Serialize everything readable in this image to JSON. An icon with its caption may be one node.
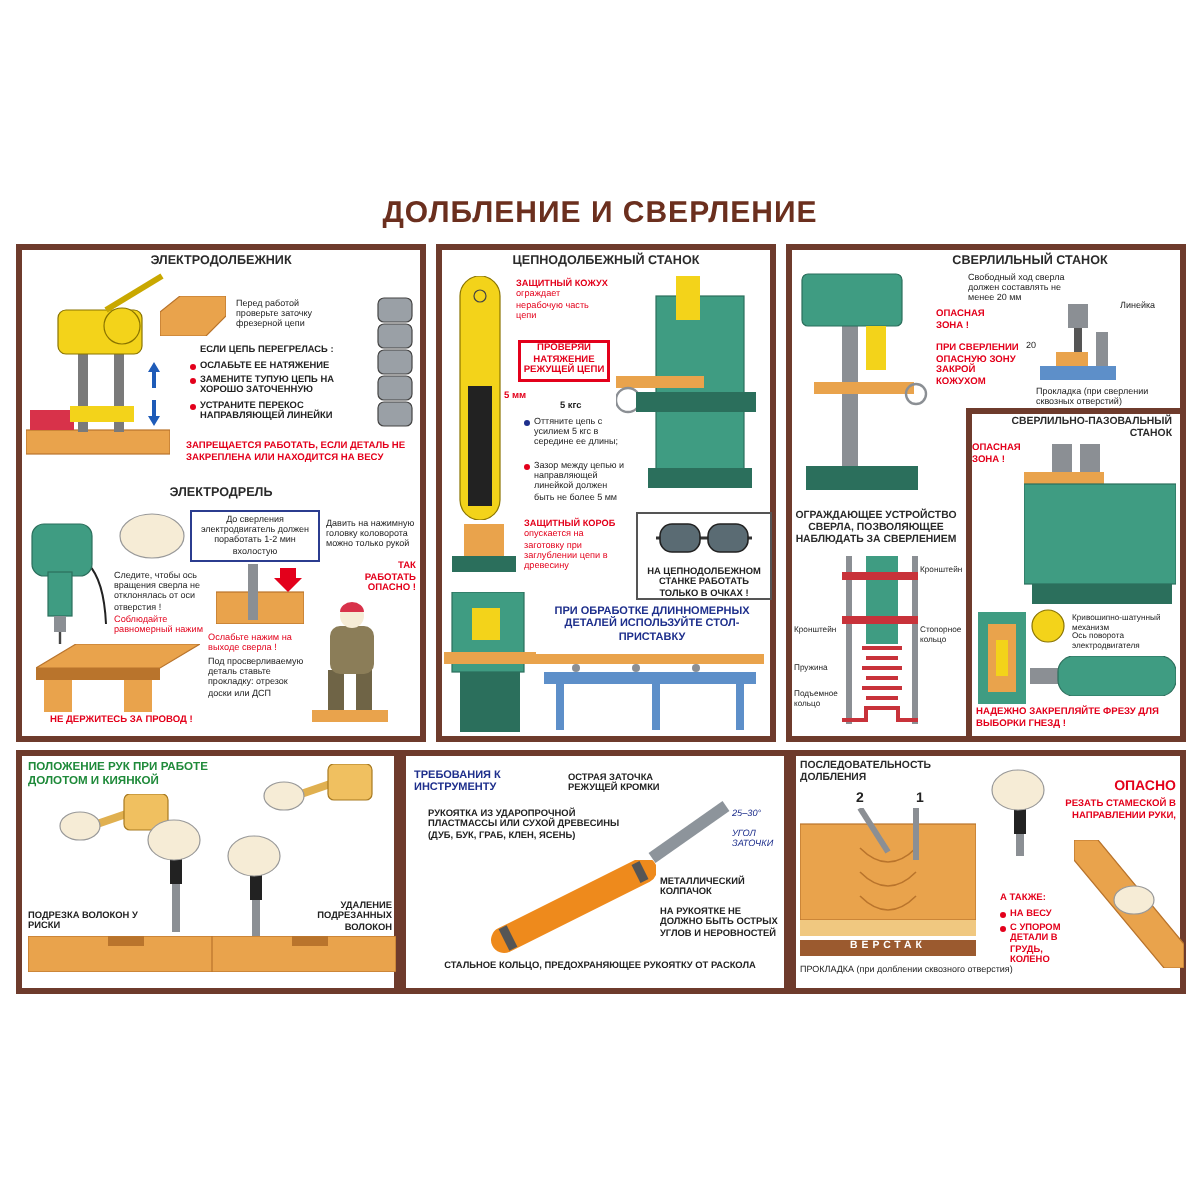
{
  "diagram": {
    "title": "ДОЛБЛЕНИЕ И СВЕРЛЕНИЕ",
    "nodes": [
      {
        "text": [
          "ЭЛЕКТРОДОЛБЕЖНИК",
          "Перед работой проверьте заточку фрезерной цепи",
          "ЕСЛИ ЦЕПЬ ПЕРЕГРЕЛАСЬ :",
          "ОСЛАБЬТЕ ЕЕ НАТЯЖЕНИЕ",
          "ЗАМЕНИТЕ ТУПУЮ ЦЕПЬ НА ХОРОШО ЗАТОЧЕННУЮ",
          "УСТРАНИТЕ ПЕРЕКОС НАПРАВЛЯЮЩЕЙ ЛИНЕЙКИ",
          "ЗАПРЕЩАЕТСЯ РАБОТАТЬ, ЕСЛИ ДЕТАЛЬ НЕ ЗАКРЕПЛЕНА ИЛИ НАХОДИТСЯ НА ВЕСУ",
          "ЭЛЕКТРОДРЕЛЬ",
          "Давить на нажимную головку коловорота можно только рукой",
          "Следите, чтобы ось вращения сверла не отклонялась от оси отверстия !",
          "Соблюдайте равномерный нажим",
          "Ослабьте нажим на выходе сверла !",
          "Под просверливаемую деталь ставьте прокладку: отрезок доски или ДСП",
          "ТАК РАБОТАТЬ ОПАСНО !",
          "НЕ ДЕРЖИТЕСЬ ЗА ПРОВОД !"
        ]
      },
      {
        "text": [
          "До сверления электродвигатель должен поработать 1-2 мин вхолостую"
        ],
        "in": 0
      },
      {
        "text": [
          "ЦЕПНОДОЛБЕЖНЫЙ СТАНОК",
          "**ЗАЩИТНЫЙ КОЖУХ** ограждает нерабочую часть цепи",
          "5 мм",
          "5 кгс",
          "Оттяните цепь с усилием 5 кгс в середине ее длины;",
          "Зазор между цепью и направляющей линейкой должен быть не более 5 мм",
          "**ЗАЩИТНЫЙ КОРОБ** опускается на заготовку при заглублении цепи в древесину",
          "ПРИ ОБРАБОТКЕ ДЛИННОМЕРНЫХ ДЕТАЛЕЙ ИСПОЛЬЗУЙТЕ СТОЛ-ПРИСТАВКУ"
        ]
      },
      {
        "text": [
          "ПРОВЕРЯЙ НАТЯЖЕНИЕ РЕЖУЩЕЙ ЦЕПИ"
        ],
        "in": 2
      },
      {
        "text": [
          "НА ЦЕПНОДОЛБЕЖНОМ СТАНКЕ РАБОТАТЬ ТОЛЬКО В ОЧКАХ !"
        ],
        "in": 2
      },
      {
        "text": [
          "СВЕРЛИЛЬНЫЙ СТАНОК",
          "Свободный ход сверла должен составлять не менее 20 мм",
          "ОПАСНАЯ ЗОНА !",
          "Линейка",
          "20",
          "ПРИ СВЕРЛЕНИИ ОПАСНУЮ ЗОНУ ЗАКРОЙ КОЖУХОМ",
          "Прокладка (при сверлении сквозных отверстий)",
          "ОГРАЖДАЮЩЕЕ УСТРОЙСТВО СВЕРЛА, ПОЗВОЛЯЮЩЕЕ НАБЛЮДАТЬ ЗА СВЕРЛЕНИЕМ",
          "Кронштейн",
          "Кронштейн",
          "Стопорное кольцо",
          "Пружина",
          "Подъемное кольцо"
        ]
      },
      {
        "text": [
          "СВЕРЛИЛЬНО-ПАЗОВАЛЬНЫЙ СТАНОК",
          "ОПАСНАЯ ЗОНА !",
          "Кривошипно-шатунный механизм",
          "Ось поворота электродвигателя",
          "НАДЕЖНО ЗАКРЕПЛЯЙТЕ ФРЕЗУ ДЛЯ ВЫБОРКИ ГНЕЗД !"
        ],
        "in": 5
      },
      {
        "text": [
          "ПОЛОЖЕНИЕ РУК ПРИ РАБОТЕ ДОЛОТОМ И КИЯНКОЙ",
          "ПОДРЕЗКА ВОЛОКОН У РИСКИ",
          "УДАЛЕНИЕ ПОДРЕЗАННЫХ ВОЛОКОН"
        ]
      },
      {
        "text": [
          "ТРЕБОВАНИЯ К ИНСТРУМЕНТУ",
          "ОСТРАЯ ЗАТОЧКА РЕЖУЩЕЙ КРОМКИ",
          "25–30°",
          "УГОЛ ЗАТОЧКИ",
          "РУКОЯТКА ИЗ УДАРОПРОЧНОЙ ПЛАСТМАССЫ ИЛИ СУХОЙ ДРЕВЕСИНЫ (ДУБ, БУК, ГРАБ, КЛЕН, ЯСЕНЬ)",
          "МЕТАЛЛИЧЕСКИЙ КОЛПАЧОК",
          "НА РУКОЯТКЕ НЕ ДОЛЖНО БЫТЬ ОСТРЫХ УГЛОВ И НЕРОВНОСТЕЙ",
          "СТАЛЬНОЕ КОЛЬЦО, ПРЕДОХРАНЯЮЩЕЕ РУКОЯТКУ ОТ РАСКОЛА"
        ]
      },
      {
        "text": [
          "ПОСЛЕДОВАТЕЛЬНОСТЬ ДОЛБЛЕНИЯ",
          "2",
          "1",
          "ВЕРСТАК",
          "ПРОКЛАДКА (при долблении сквозного отверстия)",
          "ОПАСНО",
          "РЕЗАТЬ СТАМЕСКОЙ В НАПРАВЛЕНИИ РУКИ,",
          "А ТАКЖЕ:",
          "НА ВЕСУ",
          "С УПОРОМ ДЕТАЛИ В ГРУДЬ, КОЛЕНО"
        ]
      }
    ]
  }
}
